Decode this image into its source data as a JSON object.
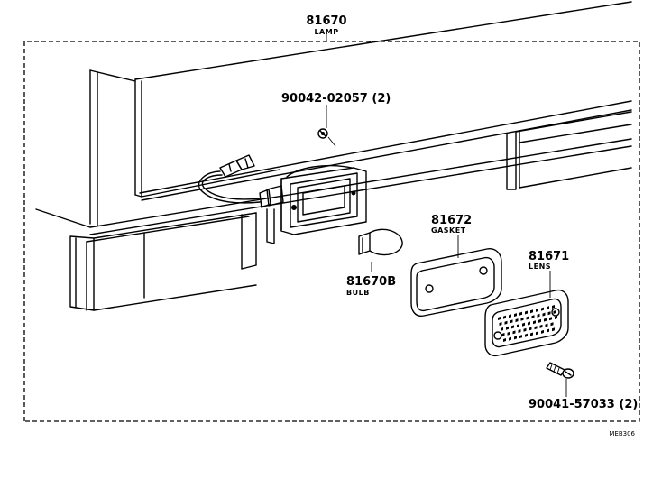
{
  "diagram": {
    "assembly": {
      "part_no": "81670",
      "name": "LAMP"
    },
    "parts": [
      {
        "id": "screw-top",
        "part_no": "90042-02057 (2)"
      },
      {
        "id": "bulb",
        "part_no": "81670B",
        "name": "BULB"
      },
      {
        "id": "gasket",
        "part_no": "81672",
        "name": "GASKET"
      },
      {
        "id": "lens",
        "part_no": "81671",
        "name": "LENS"
      },
      {
        "id": "screw-bottom",
        "part_no": "90041-57033 (2)"
      }
    ],
    "drawing_code": "MEB306"
  }
}
